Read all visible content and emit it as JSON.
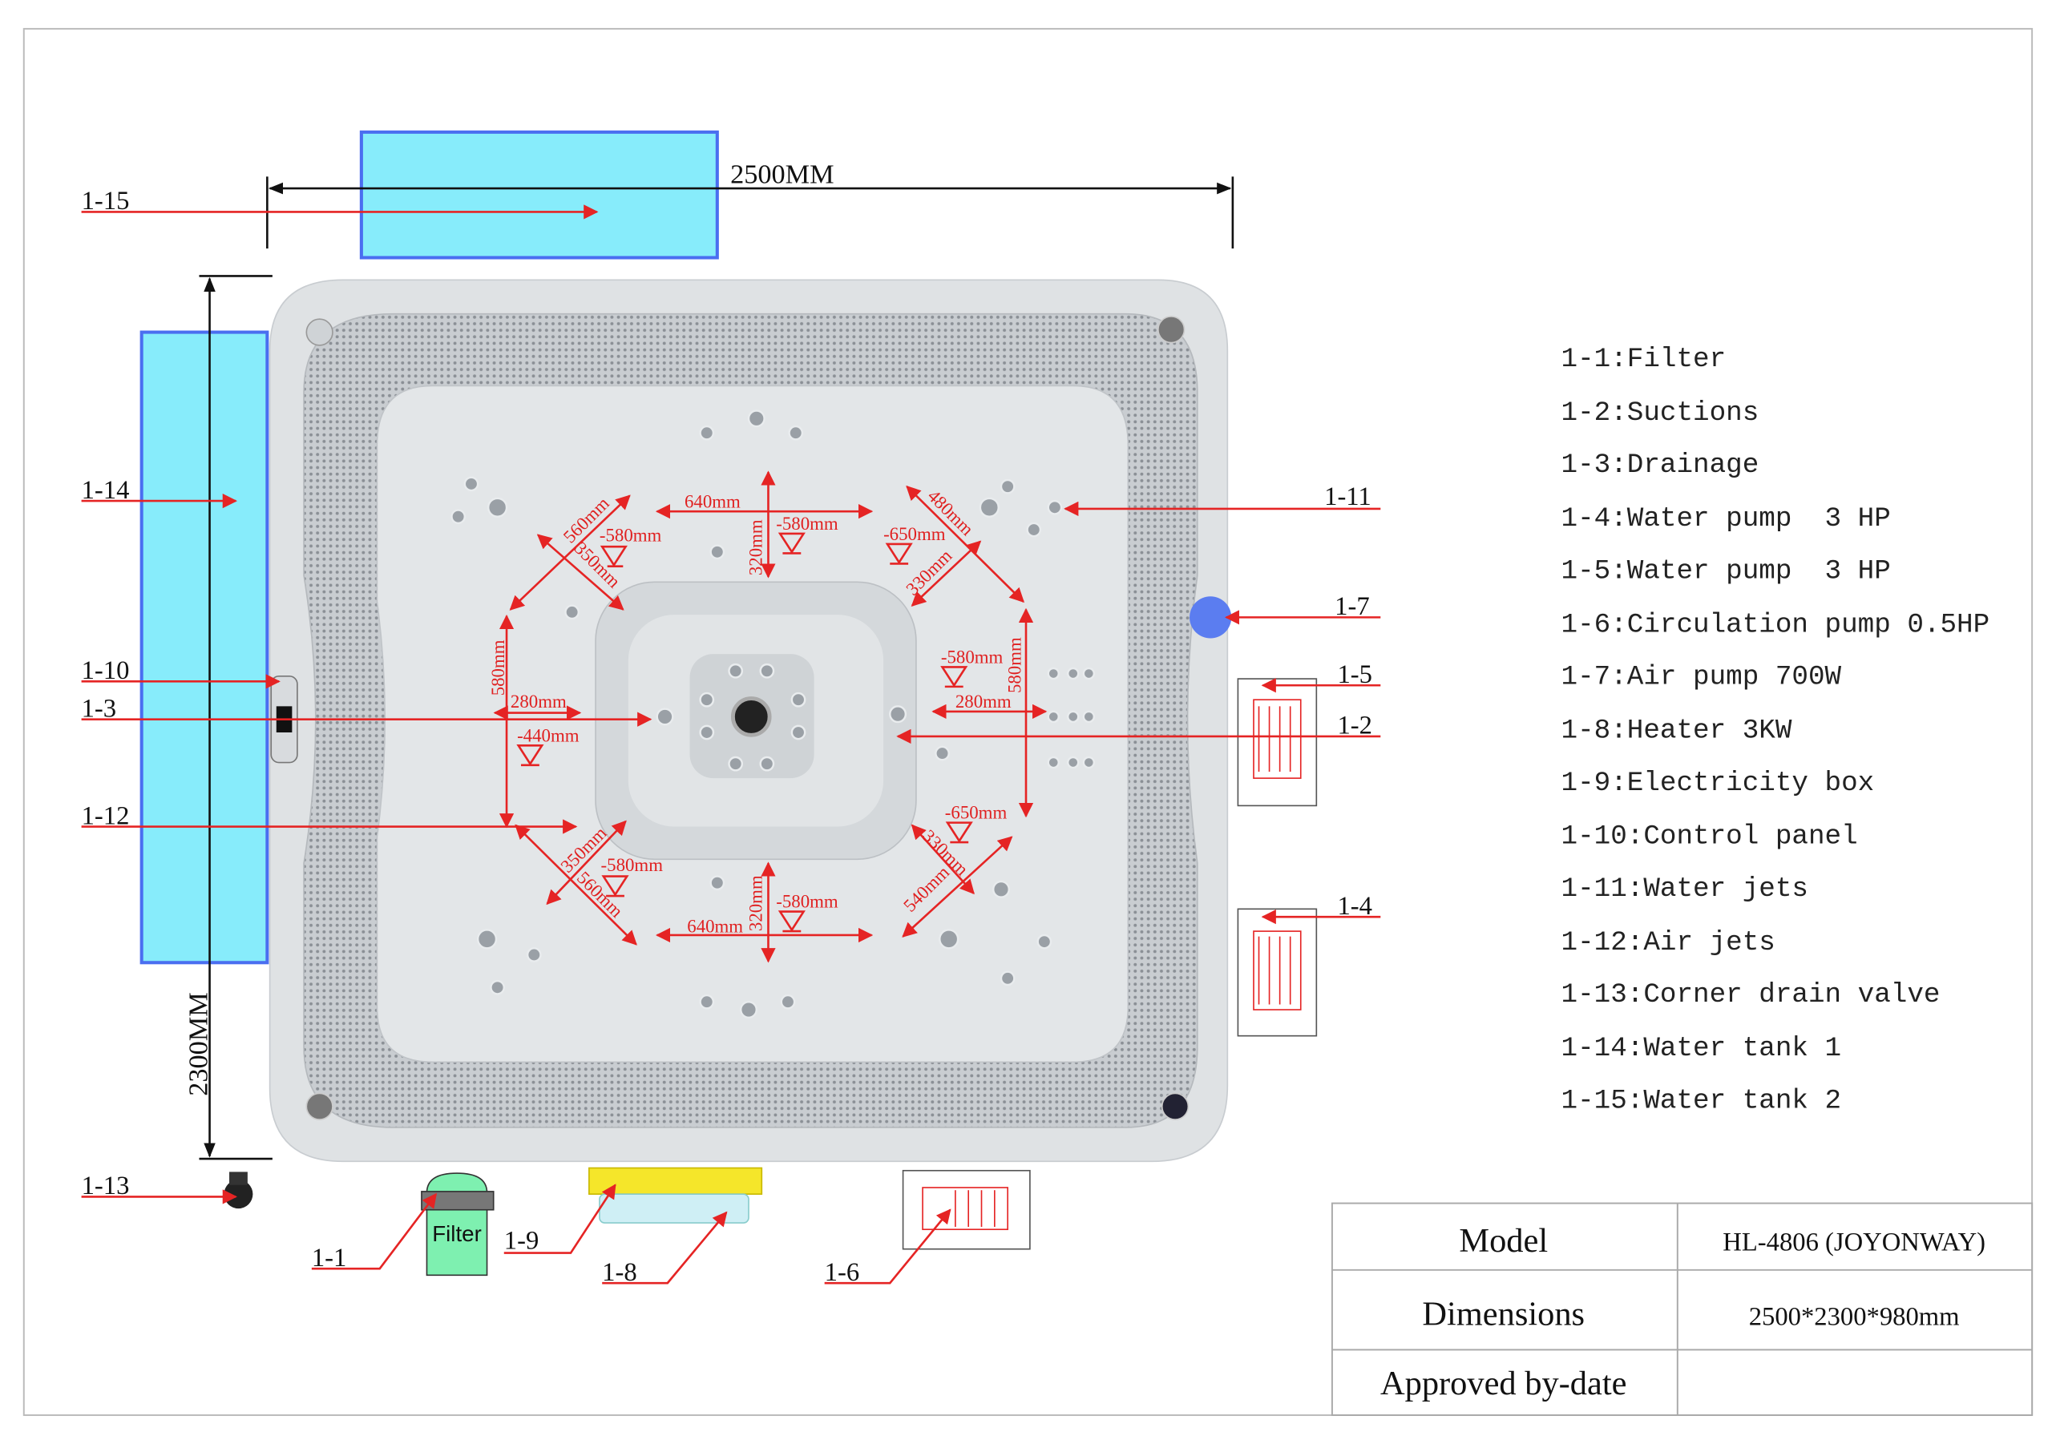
{
  "dimensions": {
    "width_label": "2500MM",
    "depth_label": "2300MM"
  },
  "callouts": {
    "c1_1": "1-1",
    "c1_2": "1-2",
    "c1_3": "1-3",
    "c1_4": "1-4",
    "c1_5": "1-5",
    "c1_6": "1-6",
    "c1_7": "1-7",
    "c1_8": "1-8",
    "c1_9": "1-9",
    "c1_10": "1-10",
    "c1_11": "1-11",
    "c1_12": "1-12",
    "c1_13": "1-13",
    "c1_14": "1-14",
    "c1_15": "1-15"
  },
  "filter_label": "Filter",
  "inner_dims": {
    "top_640": "640mm",
    "top_320": "320mm",
    "tl_560": "560mm",
    "tl_350": "350mm",
    "tl_d580": "-580mm",
    "t_d580": "-580mm",
    "tr_d650": "-650mm",
    "tr_480": "480mm",
    "tr_330": "330mm",
    "r_580": "580mm",
    "r_d580": "-580mm",
    "r_280": "280mm",
    "l_580": "580mm",
    "l_280": "280mm",
    "l_d440": "-440mm",
    "br_d650": "-650mm",
    "br_330": "330mm",
    "br_540": "540mm",
    "bl_350": "350mm",
    "bl_560": "560mm",
    "bl_d580": "-580mm",
    "b_d580": "-580mm",
    "bot_640": "640mm",
    "bot_320": "320mm"
  },
  "legend": [
    "1-1:Filter",
    "1-2:Suctions",
    "1-3:Drainage",
    "1-4:Water pump  3 HP",
    "1-5:Water pump  3 HP",
    "1-6:Circulation pump 0.5HP",
    "1-7:Air pump 700W",
    "1-8:Heater 3KW",
    "1-9:Electricity box",
    "1-10:Control panel",
    "1-11:Water jets",
    "1-12:Air jets",
    "1-13:Corner drain valve",
    "1-14:Water tank 1",
    "1-15:Water tank 2"
  ],
  "title_block": {
    "model_label": "Model",
    "model_value": "HL-4806 (JOYONWAY)",
    "dimensions_label": "Dimensions",
    "dimensions_value": "2500*2300*980mm",
    "approved_label": "Approved by-date",
    "approved_value": ""
  },
  "colors": {
    "leader": "#e52424",
    "tank": "#87ecfb",
    "tank_border": "#4a6ef0",
    "air_pump": "#5b7df0",
    "filter": "#7ef0b0",
    "electric_box": "#f5e62a"
  }
}
